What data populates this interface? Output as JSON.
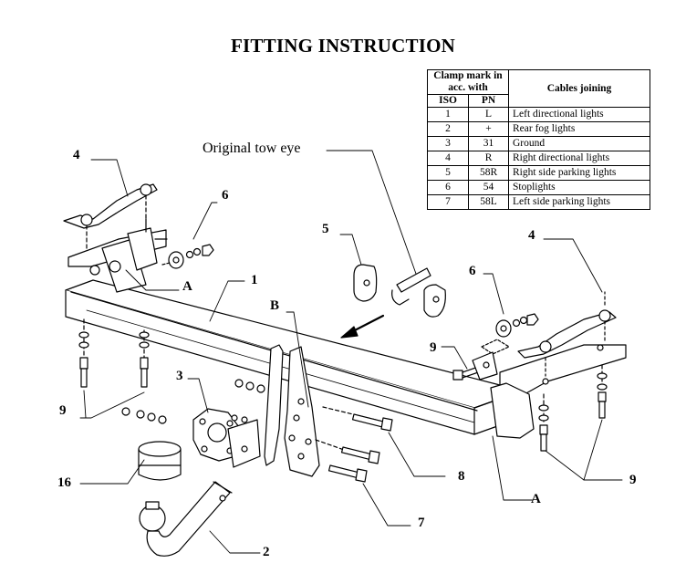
{
  "title": "FITTING INSTRUCTION",
  "table": {
    "header_clamp": "Clamp mark in acc. with",
    "header_cables": "Cables joining",
    "col_iso": "ISO",
    "col_pn": "PN",
    "rows": [
      {
        "iso": "1",
        "pn": "L",
        "desc": "Left directional lights"
      },
      {
        "iso": "2",
        "pn": "+",
        "desc": "Rear fog lights"
      },
      {
        "iso": "3",
        "pn": "31",
        "desc": "Ground"
      },
      {
        "iso": "4",
        "pn": "R",
        "desc": "Right directional lights"
      },
      {
        "iso": "5",
        "pn": "58R",
        "desc": "Right side parking lights"
      },
      {
        "iso": "6",
        "pn": "54",
        "desc": "Stoplights"
      },
      {
        "iso": "7",
        "pn": "58L",
        "desc": "Left side parking lights"
      }
    ]
  },
  "callouts": {
    "original_tow_eye": "Original tow  eye",
    "l4_left": "4",
    "l6_left": "6",
    "lA_left": "A",
    "l1": "1",
    "lB": "B",
    "l5": "5",
    "l6_right": "6",
    "l4_right": "4",
    "l9_mid": "9",
    "l3": "3",
    "l9_left": "9",
    "l16": "16",
    "l2": "2",
    "l7": "7",
    "l8": "8",
    "lA_right": "A",
    "l9_right": "9"
  }
}
